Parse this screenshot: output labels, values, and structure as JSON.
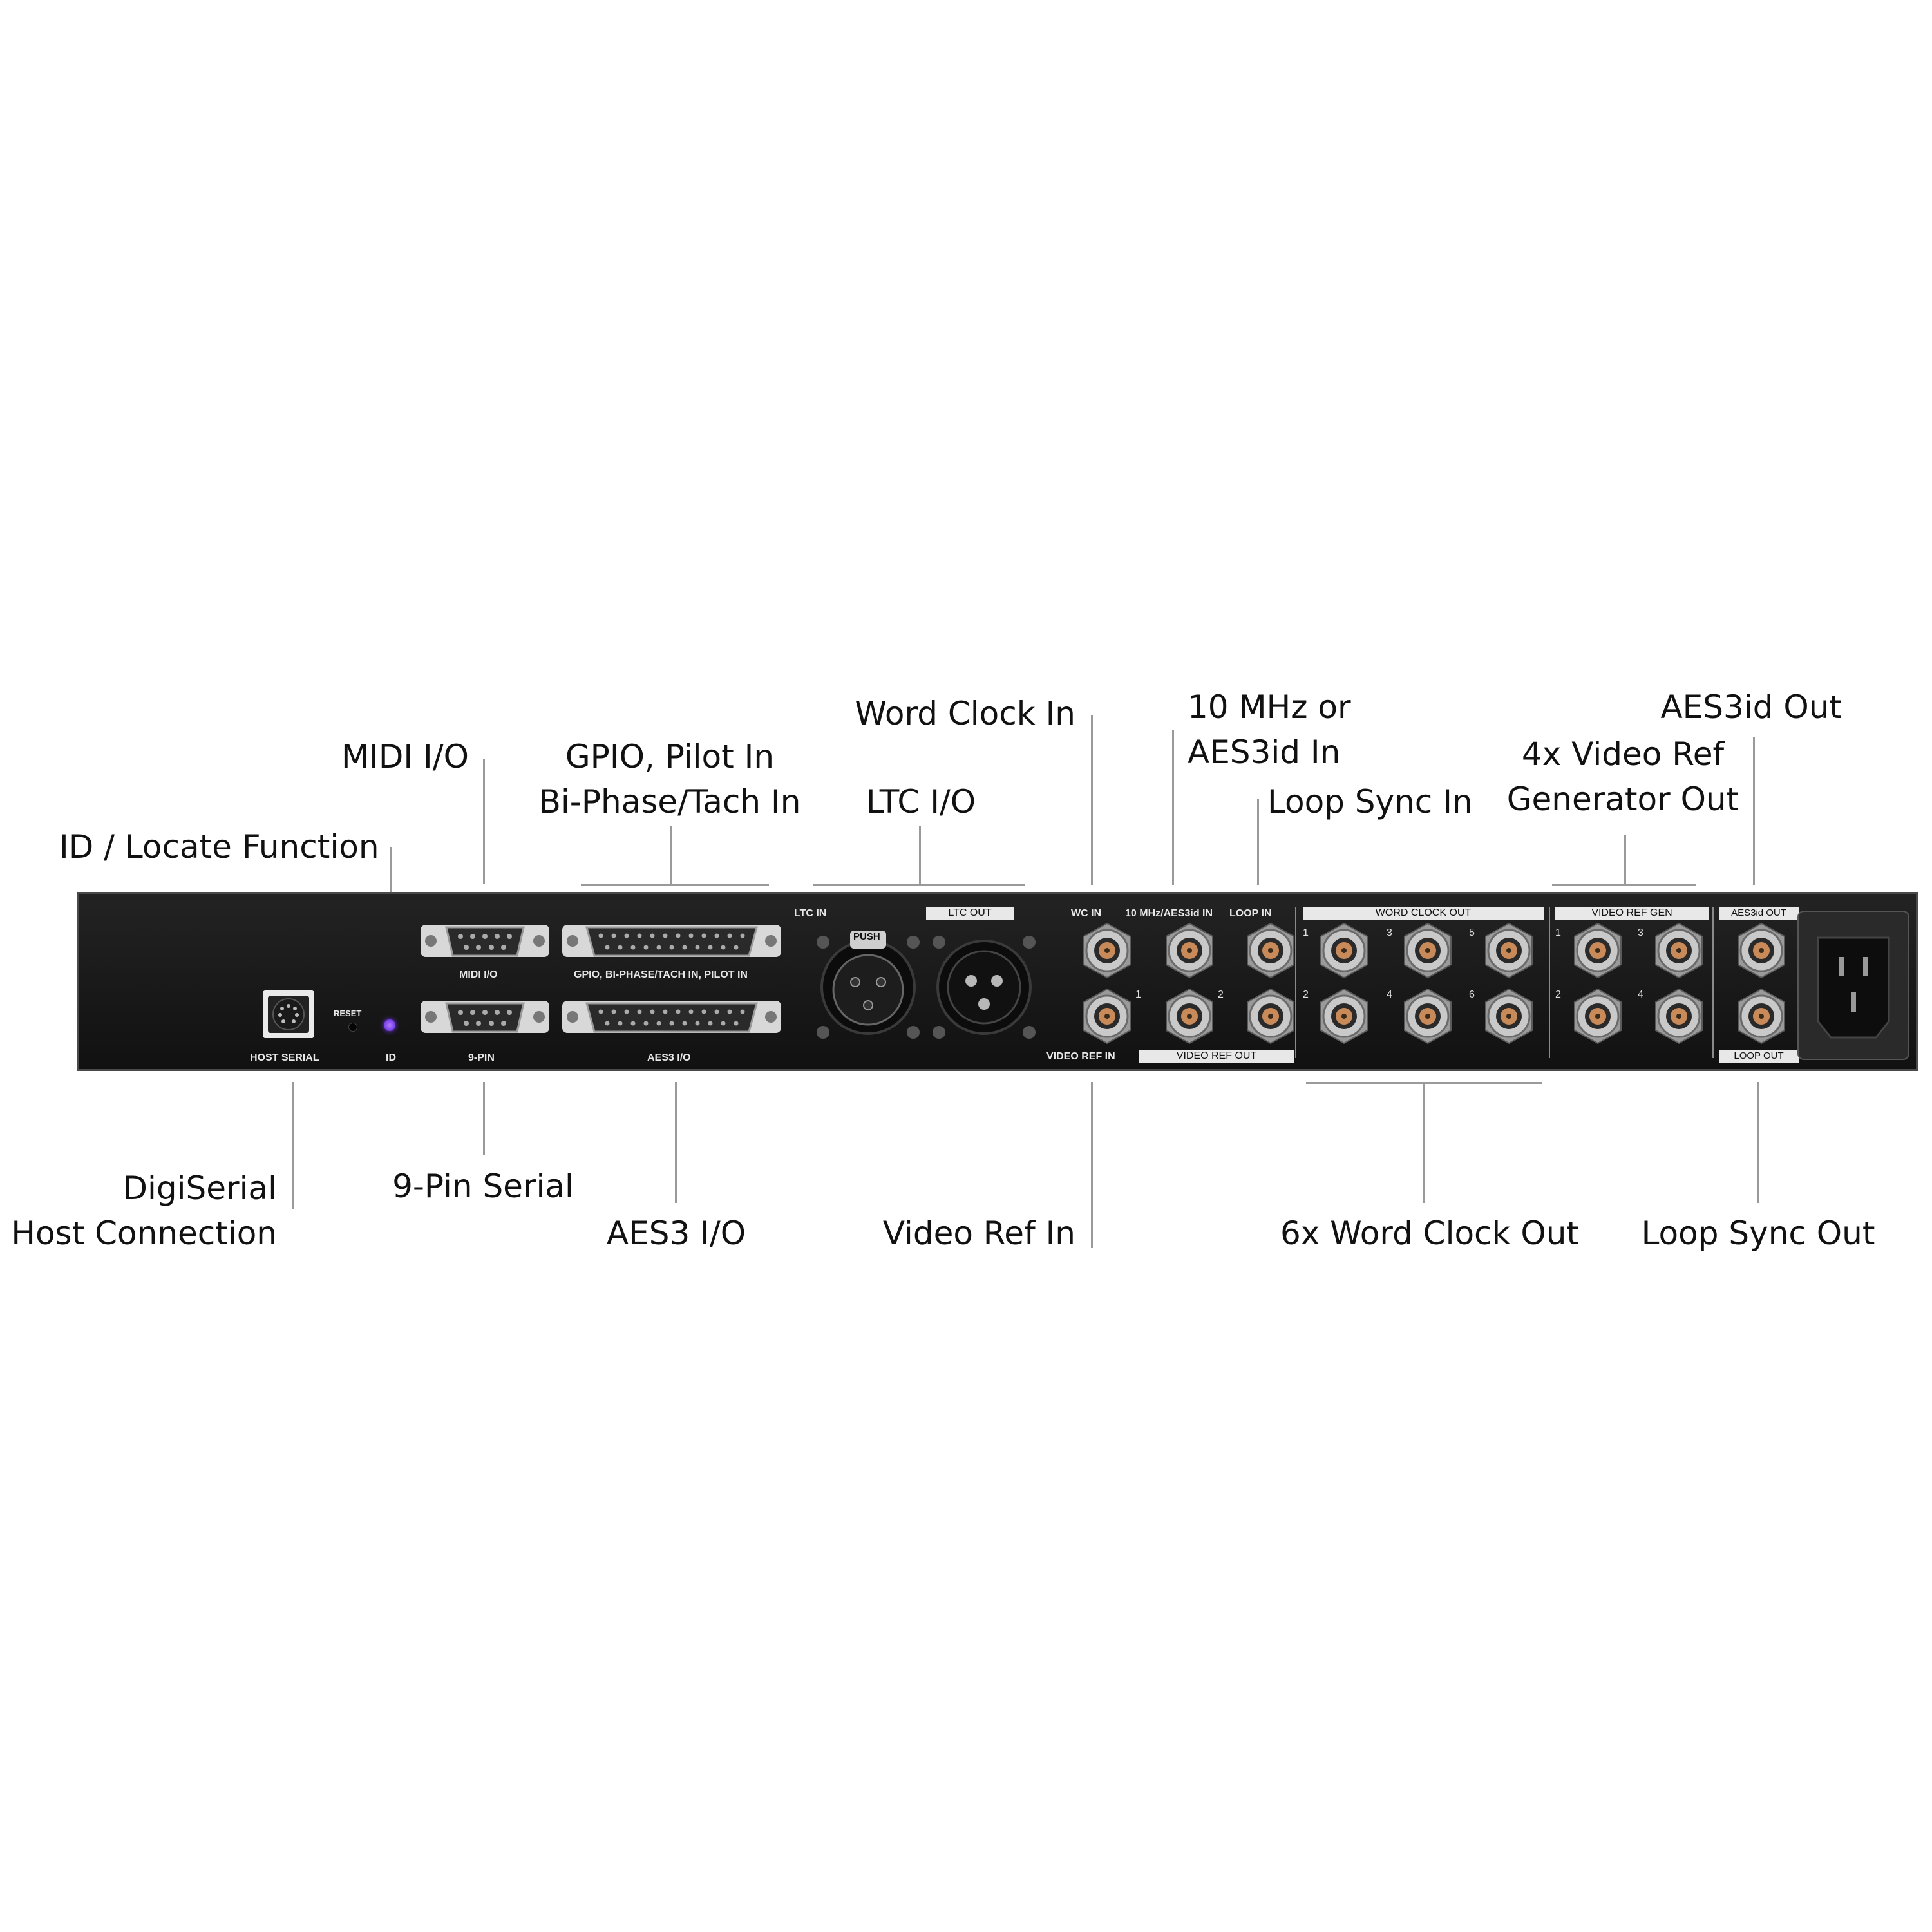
{
  "callouts": {
    "midi_io": "MIDI I/O",
    "gpio_line1": "GPIO, Pilot In",
    "gpio_line2": "Bi-Phase/Tach In",
    "word_clock_in": "Word Clock In",
    "ltc_io": "LTC I/O",
    "ten_mhz_line1": "10 MHz or",
    "ten_mhz_line2": "AES3id In",
    "loop_sync_in": "Loop Sync In",
    "aes3id_out": "AES3id Out",
    "video_ref_line1": "4x Video Ref",
    "video_ref_line2": "Generator Out",
    "id_locate": "ID / Locate Function",
    "digiserial_line1": "DigiSerial",
    "digiserial_line2": "Host Connection",
    "nine_pin_serial": "9-Pin Serial",
    "aes3_io": "AES3 I/O",
    "video_ref_in": "Video Ref In",
    "word_clock_out": "6x Word Clock Out",
    "loop_sync_out": "Loop Sync Out"
  },
  "panel": {
    "reset": "RESET",
    "host_serial": "HOST SERIAL",
    "id": "ID",
    "midi_io": "MIDI I/O",
    "nine_pin": "9-PIN",
    "gpio": "GPIO, BI-PHASE/TACH IN, PILOT IN",
    "aes3_io": "AES3 I/O",
    "ltc_in": "LTC IN",
    "ltc_out": "LTC OUT",
    "push": "PUSH",
    "wc_in": "WC IN",
    "ten_mhz_in": "10 MHz/AES3id IN",
    "loop_in": "LOOP IN",
    "video_ref_in": "VIDEO REF IN",
    "video_ref_out": "VIDEO REF OUT",
    "word_clock_out": "WORD CLOCK OUT",
    "video_ref_gen": "VIDEO REF GEN",
    "aes3id_out": "AES3id OUT",
    "loop_out": "LOOP OUT",
    "n1": "1",
    "n2": "2",
    "n3": "3",
    "n4": "4",
    "n5": "5",
    "n6": "6"
  },
  "colors": {
    "panel": "#1c1c1c",
    "bnc_connector": "#c98a5a",
    "id_led": "#7a3cff",
    "leader_line": "#9a9a9a"
  }
}
